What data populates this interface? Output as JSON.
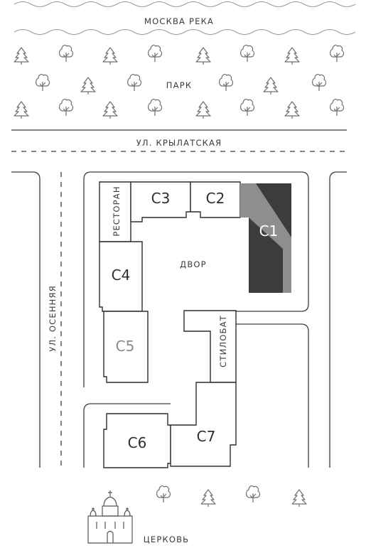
{
  "labels": {
    "river": "МОСКВА РЕКА",
    "park": "ПАРК",
    "street_north": "УЛ. КРЫЛАТСКАЯ",
    "street_west": "УЛ. ОСЕННЯЯ",
    "restaurant": "РЕСТОРАН",
    "courtyard": "ДВОР",
    "stylobate": "СТИЛОБАТ",
    "church": "ЦЕРКОВЬ"
  },
  "buildings": {
    "c1": "С1",
    "c2": "С2",
    "c3": "С3",
    "c4": "С4",
    "c5": "С5",
    "c6": "С6",
    "c7": "С7"
  },
  "highlighted_building": "c1",
  "colors": {
    "highlight_dark": "#3c3c3e",
    "highlight_light": "#8e8e8e",
    "ink": "#2e2e2e"
  },
  "icons": {
    "tree_round": "deciduous-tree-icon",
    "tree_pine": "pine-tree-icon",
    "church": "church-icon"
  }
}
